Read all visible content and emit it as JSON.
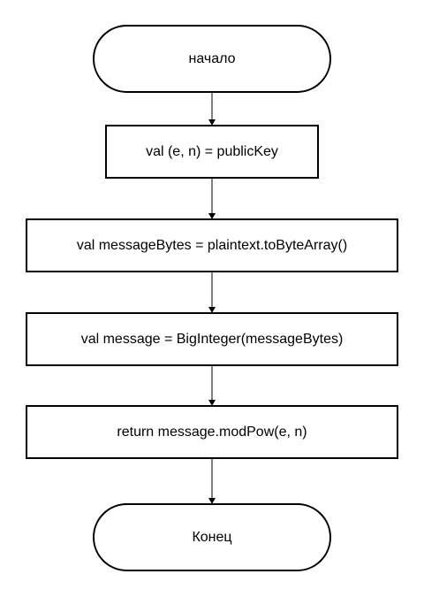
{
  "flowchart": {
    "start": {
      "label": "начало"
    },
    "steps": [
      {
        "label": "val (e, n) = publicKey"
      },
      {
        "label": "val messageBytes = plaintext.toByteArray()"
      },
      {
        "label": "val message = BigInteger(messageBytes)"
      },
      {
        "label": "return message.modPow(e, n)"
      }
    ],
    "end": {
      "label": "Конец"
    }
  }
}
